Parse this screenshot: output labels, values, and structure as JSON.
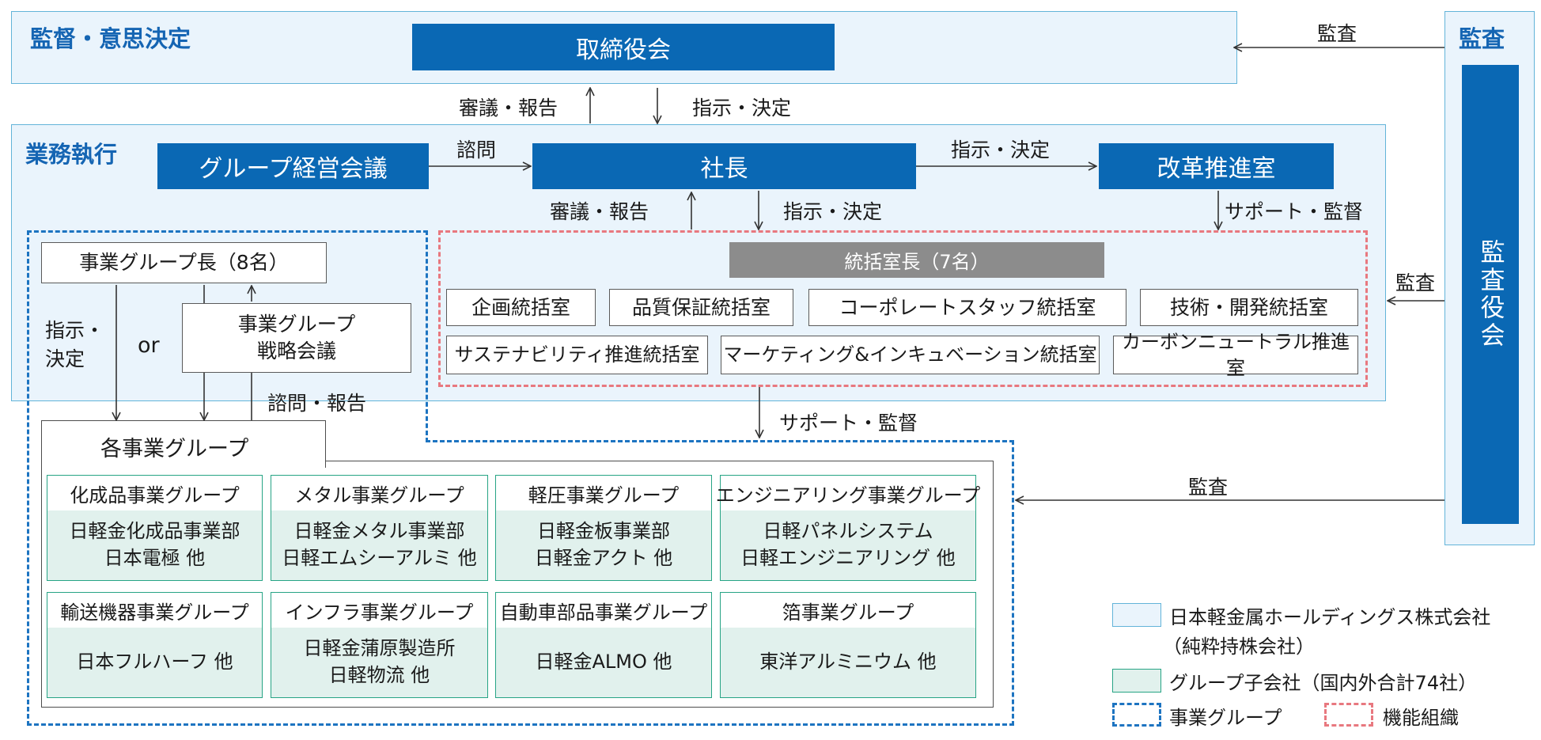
{
  "sections": {
    "oversight": "監督・意思決定",
    "execution": "業務執行",
    "audit": "監査"
  },
  "top": {
    "board": "取締役会",
    "deliberation_report": "審議・報告",
    "instruction_decision": "指示・決定"
  },
  "exec": {
    "group_mgmt_meeting": "グループ経営会議",
    "consultation": "諮問",
    "president": "社長",
    "instruction_decision": "指示・決定",
    "reform_office": "改革推進室",
    "deliberation_report": "審議・報告",
    "instruction_decision2": "指示・決定",
    "support_supervision": "サポート・監督"
  },
  "business_group_side": {
    "heads": "事業グループ長（8名）",
    "instruction_decision": "指示・\n決定",
    "or": "or",
    "strategy_meeting_line1": "事業グループ",
    "strategy_meeting_line2": "戦略会議",
    "consultation_report": "諮問・報告"
  },
  "functional": {
    "heads": "統括室長（7名）",
    "offices_row1": [
      "企画統括室",
      "品質保証統括室",
      "コーポレートスタッフ統括室",
      "技術・開発統括室"
    ],
    "offices_row2": [
      "サステナビリティ推進統括室",
      "マーケティング&インキュベーション統括室",
      "カーボンニュートラル推進室"
    ],
    "support_supervision": "サポート・監督"
  },
  "audit": {
    "board": "監査役会",
    "audit_top": "監査",
    "audit_mid": "監査",
    "audit_bottom": "監査"
  },
  "groups": {
    "title": "各事業グループ",
    "cells": [
      {
        "name": "化成品事業グループ",
        "companies": [
          "日軽金化成品事業部",
          "日本電極 他"
        ]
      },
      {
        "name": "メタル事業グループ",
        "companies": [
          "日軽金メタル事業部",
          "日軽エムシーアルミ 他"
        ]
      },
      {
        "name": "軽圧事業グループ",
        "companies": [
          "日軽金板事業部",
          "日軽金アクト 他"
        ]
      },
      {
        "name": "エンジニアリング事業グループ",
        "companies": [
          "日軽パネルシステム",
          "日軽エンジニアリング 他"
        ]
      },
      {
        "name": "輸送機器事業グループ",
        "companies": [
          "日本フルハーフ 他"
        ]
      },
      {
        "name": "インフラ事業グループ",
        "companies": [
          "日軽金蒲原製造所",
          "日軽物流 他"
        ]
      },
      {
        "name": "自動車部品事業グループ",
        "companies": [
          "日軽金ALMO 他"
        ]
      },
      {
        "name": "箔事業グループ",
        "companies": [
          "東洋アルミニウム 他"
        ]
      }
    ]
  },
  "legend": {
    "holding_line1": "日本軽金属ホールディングス株式会社",
    "holding_line2": "（純粋持株会社）",
    "subsidiaries": "グループ子会社（国内外合計74社）",
    "business_group": "事業グループ",
    "functional_org": "機能組織"
  },
  "colors": {
    "navy_box": "#0a68b4",
    "light_panel": "#eaf4fc",
    "panel_border": "#63b4d9",
    "header_text": "#1565b3",
    "teal_border": "#27a485",
    "teal_fill": "#e1f1ed",
    "gray_box": "#8c8c8c",
    "dash_blue": "#1d74c1",
    "dash_red": "#e8787f"
  }
}
